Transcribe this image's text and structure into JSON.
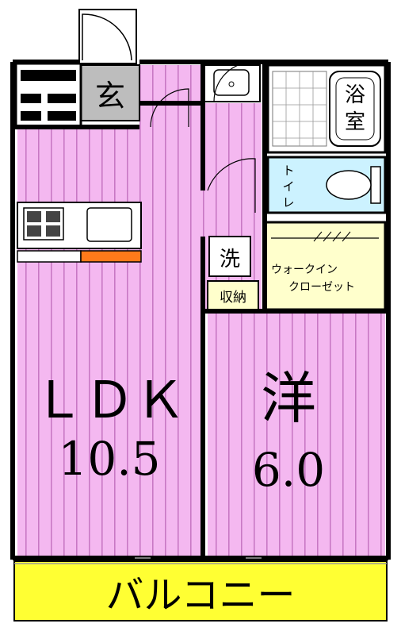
{
  "rooms": {
    "entrance": {
      "label": "玄"
    },
    "bath": {
      "label_top": "浴",
      "label_bottom": "室"
    },
    "toilet": {
      "chars": [
        "ト",
        "イ",
        "レ"
      ]
    },
    "laundry": {
      "label": "洗"
    },
    "storage": {
      "label": "収納"
    },
    "walk_in_closet": {
      "line1": "ウォークイン",
      "line2": "クローゼット"
    },
    "ldk": {
      "name": "ＬＤＫ",
      "size": "10.5"
    },
    "western": {
      "name": "洋",
      "size": "6.0"
    },
    "balcony": {
      "label": "バルコニー"
    }
  },
  "colors": {
    "room_fill": "#f4b8f0",
    "stripe": "#c878c4",
    "wall": "#000000",
    "balcony": "#ffff33",
    "closet": "#ffffcc",
    "toilet": "#ccf2ff",
    "entrance": "#bdbdbd",
    "kitchen_accent": "#ff7a1a"
  }
}
